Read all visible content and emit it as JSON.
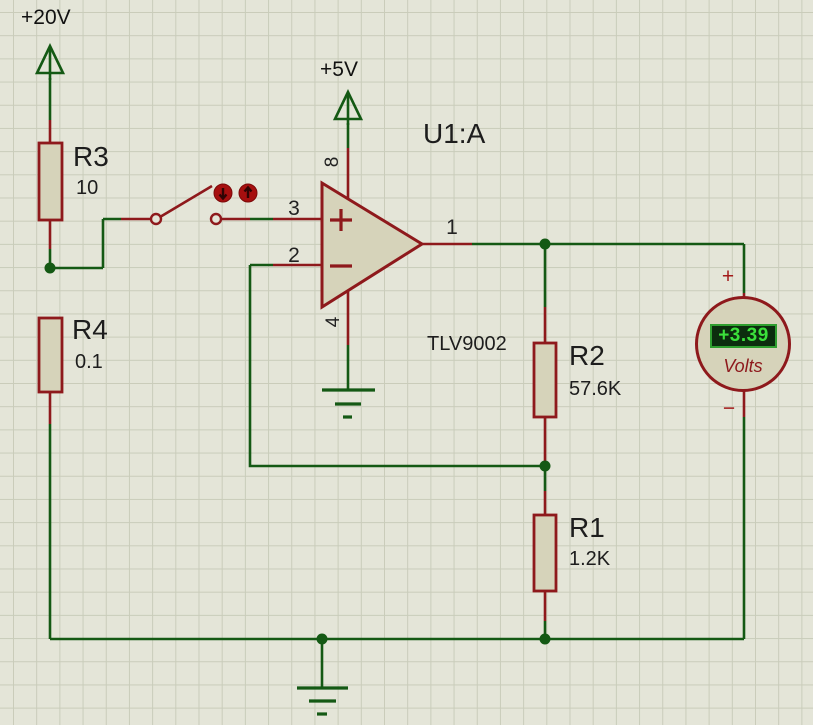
{
  "colors": {
    "background": "#e4e5d8",
    "grid": "#c9ccba",
    "wire_green": "#145914",
    "component_red": "#8e191c",
    "component_fill": "#d6d3ba",
    "display_bg": "#0c2d0e",
    "display_text": "#3be13b",
    "display_border": "#2f9e2f",
    "toggle_button_red": "#a60f0f",
    "label_black": "#1d1d1d"
  },
  "power": {
    "rail_20v": {
      "label": "+20V"
    },
    "rail_5v": {
      "label": "+5V"
    }
  },
  "resistors": [
    {
      "id": "r3",
      "ref": "R3",
      "value": "10"
    },
    {
      "id": "r4",
      "ref": "R4",
      "value": "0.1"
    },
    {
      "id": "r2",
      "ref": "R2",
      "value": "57.6K"
    },
    {
      "id": "r1",
      "ref": "R1",
      "value": "1.2K"
    }
  ],
  "opamp": {
    "designator": "U1:A",
    "part_number": "TLV9002",
    "pins": {
      "output": "1",
      "noninverting": "3",
      "inverting": "2",
      "v_plus": "8",
      "v_minus": "4"
    },
    "noninverting_sign": "+",
    "inverting_sign": "−"
  },
  "voltmeter": {
    "reading": "+3.39",
    "unit": "Volts",
    "plus_terminal": "+",
    "minus_terminal": "−"
  },
  "switch": {
    "state": "open",
    "toggle_down_icon": "arrow-down",
    "toggle_up_icon": "arrow-up"
  }
}
